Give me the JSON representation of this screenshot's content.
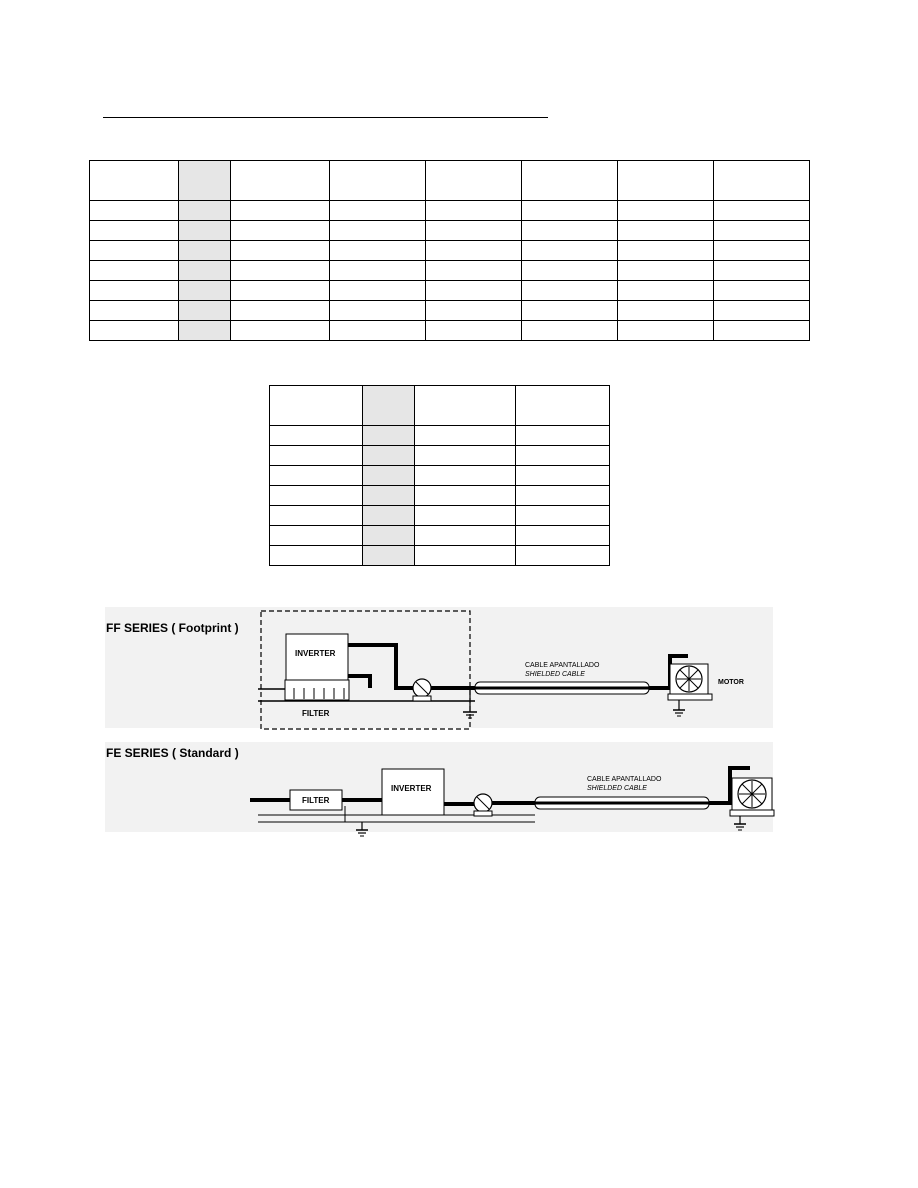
{
  "tables": {
    "main": {
      "columns": 8,
      "rows": 7,
      "header_text": ""
    },
    "secondary": {
      "columns": 4,
      "rows": 7,
      "header_text": ""
    }
  },
  "diagram_ff": {
    "series_label": "FF SERIES ( Footprint )",
    "inverter_label": "INVERTER",
    "filter_label": "FILTER",
    "cable_label": "CABLE APANTALLADO",
    "cable_label_en": "SHIELDED CABLE",
    "motor_label": "MOTOR"
  },
  "diagram_fe": {
    "series_label": "FE SERIES ( Standard )",
    "inverter_label": "INVERTER",
    "filter_label": "FILTER",
    "cable_label": "CABLE APANTALLADO",
    "cable_label_en": "SHIELDED CABLE"
  },
  "colors": {
    "shade": "#e6e6e6",
    "diagram_bg": "#f2f2f2"
  }
}
